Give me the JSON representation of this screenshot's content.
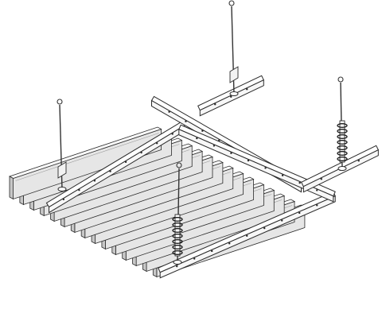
{
  "figure": {
    "subject": "baffle-ceiling-suspension-assembly",
    "baffle_count": 15,
    "hanger_count": 4,
    "colors": {
      "background": "#ffffff",
      "outline": "#2a2a2a",
      "baffle_face": "#e6e6e6",
      "baffle_shadow": "#c7c7c7",
      "carrier_fill": "#f7f7f7",
      "hanger_rod": "#333333",
      "spring": "#1a1a1a"
    },
    "icons": [
      "hanger-rod",
      "spring-clip",
      "eye-hook",
      "carrier-rail",
      "baffle-channel"
    ]
  }
}
